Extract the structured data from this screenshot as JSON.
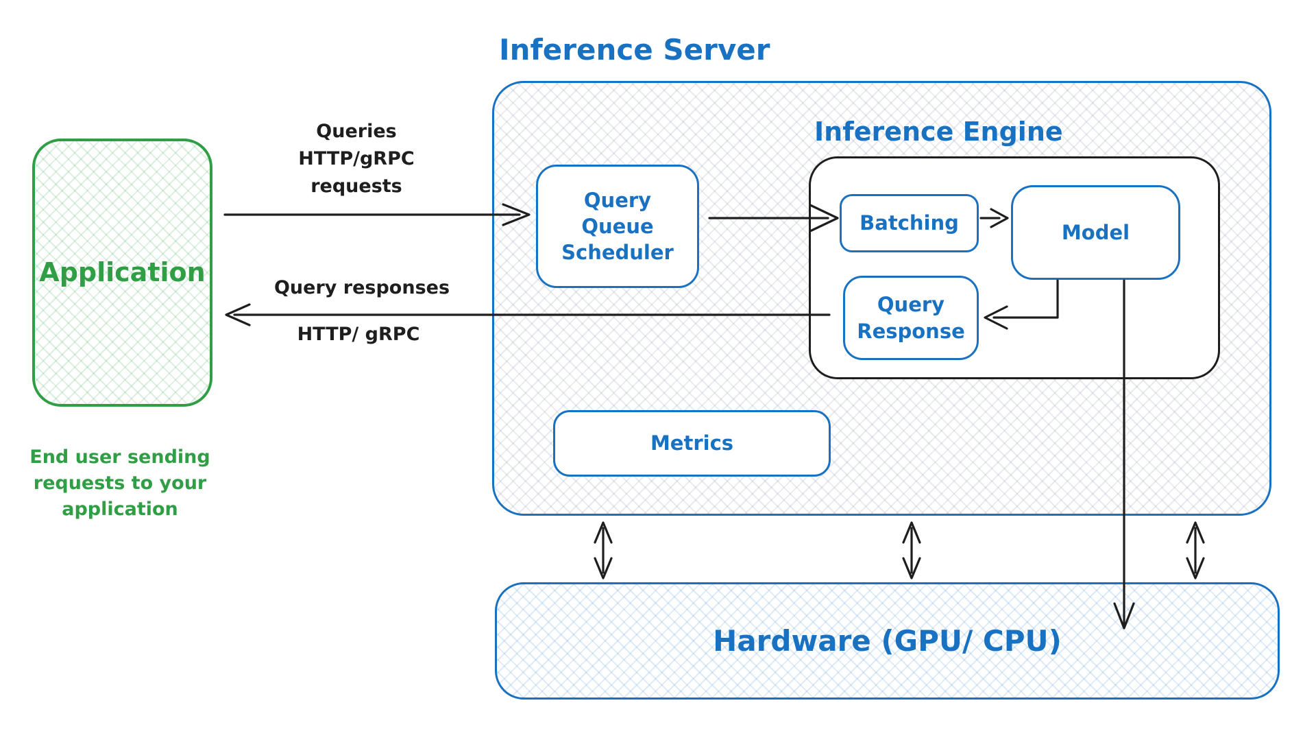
{
  "colors": {
    "green_stroke": "#2f9e44",
    "blue_stroke": "#1971c2",
    "line_black": "#1e1e1e"
  },
  "application": {
    "label": "Application",
    "caption_lines": [
      "End user sending",
      "requests to your",
      "application"
    ]
  },
  "request_arrow": {
    "label_lines": [
      "Queries",
      "HTTP/gRPC",
      "requests"
    ]
  },
  "response_arrow": {
    "label_top": "Query responses",
    "label_bottom": "HTTP/ gRPC"
  },
  "inference_server": {
    "title": "Inference Server",
    "query_queue_scheduler": {
      "label_lines": [
        "Query",
        "Queue",
        "Scheduler"
      ]
    },
    "inference_engine": {
      "title": "Inference Engine",
      "batching": {
        "label": "Batching"
      },
      "model": {
        "label": "Model"
      },
      "query_response": {
        "label_lines": [
          "Query",
          "Response"
        ]
      }
    },
    "metrics": {
      "label": "Metrics"
    }
  },
  "hardware": {
    "label": "Hardware (GPU/ CPU)"
  }
}
